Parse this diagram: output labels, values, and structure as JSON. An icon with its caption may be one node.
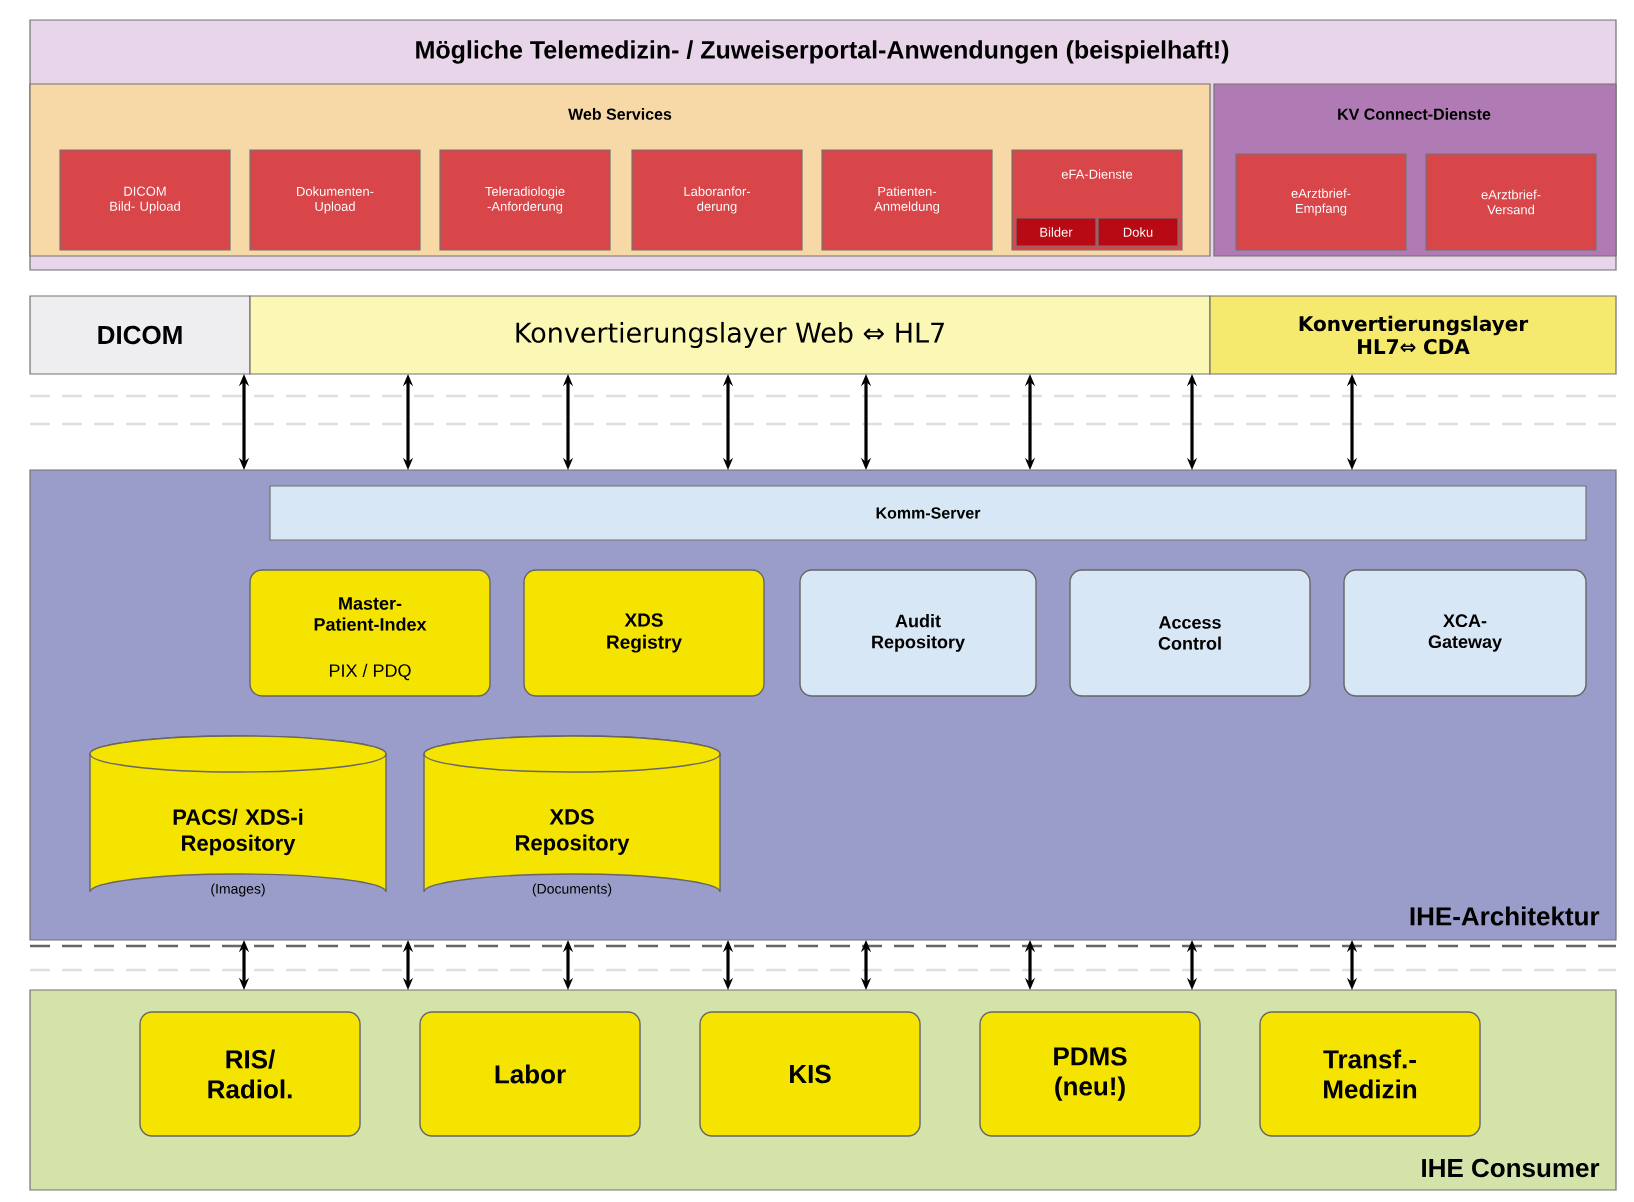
{
  "diagram": {
    "nodes": [
      {
        "text": [
          "Mögliche Telemedizin- / Zuweiserportal-Anwendungen (beispielhaft!)"
        ]
      },
      {
        "text": [
          "Web Services"
        ],
        "in": 0
      },
      {
        "text": [
          "DICOM Bild- Upload"
        ],
        "in": 1
      },
      {
        "text": [
          "Dokumenten- Upload"
        ],
        "in": 1
      },
      {
        "text": [
          "Teleradiologie -Anforderung"
        ],
        "in": 1
      },
      {
        "text": [
          "Laboranfor- derung"
        ],
        "in": 1
      },
      {
        "text": [
          "Patienten- Anmeldung"
        ],
        "in": 1
      },
      {
        "text": [
          "eFA-Dienste"
        ],
        "in": 1
      },
      {
        "text": [
          "Bilder"
        ],
        "in": 7
      },
      {
        "text": [
          "Doku"
        ],
        "in": 7
      },
      {
        "text": [
          "KV Connect-Dienste"
        ],
        "in": 0
      },
      {
        "text": [
          "eArztbrief- Empfang"
        ],
        "in": 10
      },
      {
        "text": [
          "eArztbrief- Versand"
        ],
        "in": 10
      },
      {
        "text": [
          "DICOM"
        ]
      },
      {
        "text": [
          "Konvertierungslayer Web ⇔ HL7"
        ]
      },
      {
        "text": [
          "Konvertierungslayer HL7⇔ CDA"
        ]
      },
      {
        "text": [
          "IHE-Architektur"
        ]
      },
      {
        "text": [
          "Komm-Server"
        ],
        "in": 16
      },
      {
        "text": [
          "Master- Patient-Index",
          "PIX / PDQ"
        ],
        "in": 16
      },
      {
        "text": [
          "XDS Registry"
        ],
        "in": 16
      },
      {
        "text": [
          "Audit Repository"
        ],
        "in": 16
      },
      {
        "text": [
          "Access Control"
        ],
        "in": 16
      },
      {
        "text": [
          "XCA- Gateway"
        ],
        "in": 16
      },
      {
        "text": [
          "PACS/ XDS-i Repository",
          "(Images)"
        ],
        "in": 16
      },
      {
        "text": [
          "XDS Repository",
          "(Documents)"
        ],
        "in": 16
      },
      {
        "text": [
          "IHE Consumer"
        ]
      },
      {
        "text": [
          "RIS/ Radiol."
        ],
        "in": 25
      },
      {
        "text": [
          "Labor"
        ],
        "in": 25
      },
      {
        "text": [
          "KIS"
        ],
        "in": 25
      },
      {
        "text": [
          "PDMS (neu!)"
        ],
        "in": 25
      },
      {
        "text": [
          "Transf.- Medizin"
        ],
        "in": 25
      }
    ],
    "edges": [
      {
        "from": 13,
        "to": 16,
        "arrow": "both"
      },
      {
        "from": 14,
        "to": 16,
        "arrow": "both"
      },
      {
        "from": 14,
        "to": 16,
        "arrow": "both"
      },
      {
        "from": 14,
        "to": 16,
        "arrow": "both"
      },
      {
        "from": 14,
        "to": 16,
        "arrow": "both"
      },
      {
        "from": 14,
        "to": 16,
        "arrow": "both"
      },
      {
        "from": 14,
        "to": 16,
        "arrow": "both"
      },
      {
        "from": 15,
        "to": 16,
        "arrow": "both"
      },
      {
        "from": 16,
        "to": 25,
        "arrow": "both"
      },
      {
        "from": 16,
        "to": 25,
        "arrow": "both"
      },
      {
        "from": 16,
        "to": 25,
        "arrow": "both"
      },
      {
        "from": 16,
        "to": 25,
        "arrow": "both"
      },
      {
        "from": 16,
        "to": 25,
        "arrow": "both"
      },
      {
        "from": 16,
        "to": 25,
        "arrow": "both"
      },
      {
        "from": 16,
        "to": 25,
        "arrow": "both"
      },
      {
        "from": 16,
        "to": 25,
        "arrow": "both"
      }
    ]
  }
}
